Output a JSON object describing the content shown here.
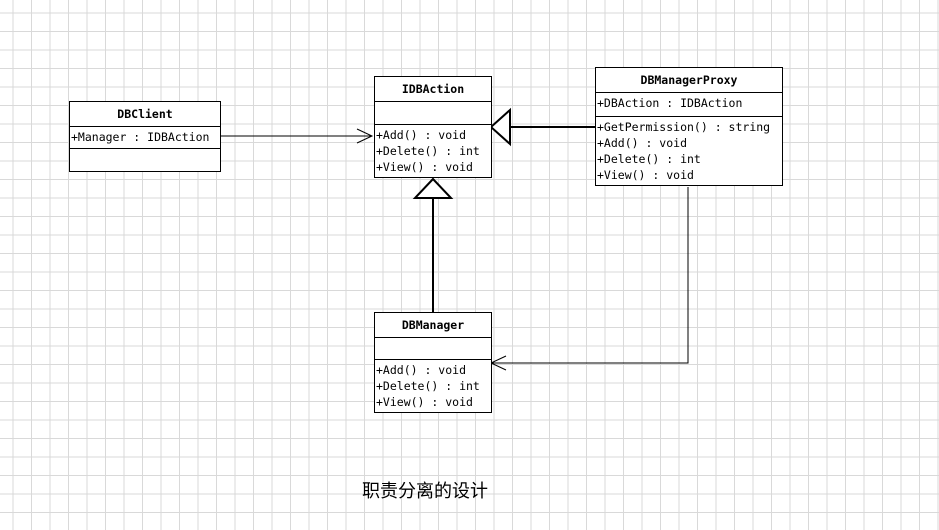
{
  "diagram": {
    "caption": "职责分离的设计",
    "classes": {
      "dbclient": {
        "name": "DBClient",
        "attributes": [
          "+Manager : IDBAction"
        ],
        "operations": []
      },
      "idbaction": {
        "name": "IDBAction",
        "attributes": [],
        "operations": [
          "+Add() : void",
          "+Delete() : int",
          "+View() : void"
        ]
      },
      "dbmanagerproxy": {
        "name": "DBManagerProxy",
        "attributes": [
          "+DBAction : IDBAction"
        ],
        "operations": [
          "+GetPermission() : string",
          "+Add() : void",
          "+Delete() : int",
          "+View() : void"
        ]
      },
      "dbmanager": {
        "name": "DBManager",
        "attributes": [],
        "operations": [
          "+Add() : void",
          "+Delete() : int",
          "+View() : void"
        ]
      }
    },
    "relations": [
      {
        "from": "DBClient",
        "to": "IDBAction",
        "kind": "association"
      },
      {
        "from": "DBManagerProxy",
        "to": "IDBAction",
        "kind": "realization"
      },
      {
        "from": "DBManager",
        "to": "IDBAction",
        "kind": "realization"
      },
      {
        "from": "DBManagerProxy",
        "to": "DBManager",
        "kind": "association"
      }
    ]
  }
}
